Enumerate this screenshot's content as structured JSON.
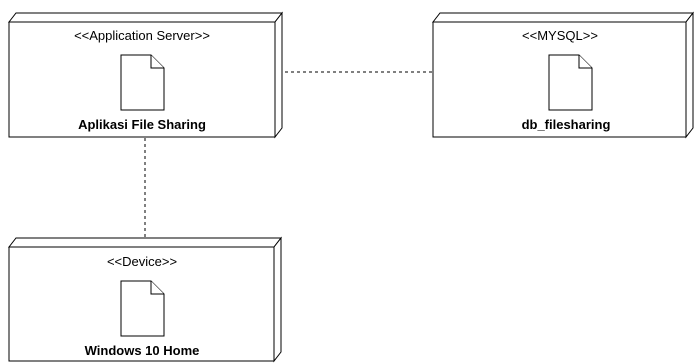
{
  "nodes": {
    "app_server": {
      "stereotype": "<<Application Server>>",
      "artifact": "Aplikasi File Sharing"
    },
    "mysql": {
      "stereotype": "<<MYSQL>>",
      "artifact": "db_filesharing"
    },
    "device": {
      "stereotype": "<<Device>>",
      "artifact": "Windows 10 Home"
    }
  },
  "connections": [
    {
      "from": "app_server",
      "to": "mysql",
      "style": "dotted"
    },
    {
      "from": "app_server",
      "to": "device",
      "style": "dotted"
    }
  ],
  "colors": {
    "stroke": "#000000",
    "fill": "#ffffff"
  }
}
